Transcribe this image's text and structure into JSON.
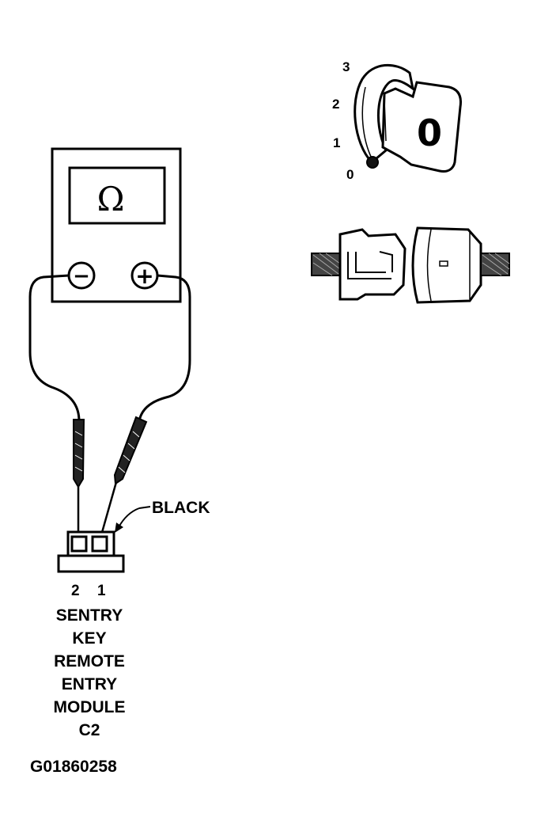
{
  "meter": {
    "display_symbol": "Ω",
    "negative_terminal": "−",
    "positive_terminal": "+"
  },
  "wire_label": "BLACK",
  "pin_numbers": [
    "2",
    "1"
  ],
  "module_label": [
    "SENTRY",
    "KEY",
    "REMOTE",
    "ENTRY",
    "MODULE",
    "C2"
  ],
  "key": {
    "positions": [
      "3",
      "2",
      "1",
      "0"
    ],
    "head_label": "0"
  },
  "figure_id": "G01860258"
}
